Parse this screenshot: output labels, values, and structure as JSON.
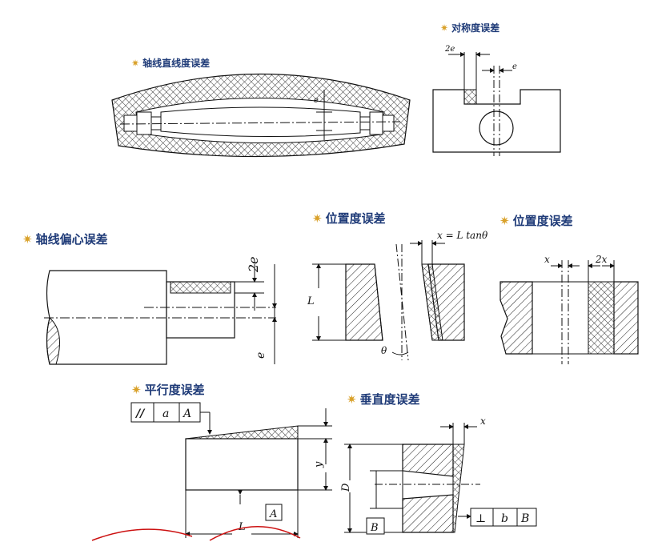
{
  "panels": {
    "straightness": {
      "title": "轴线直线度误差",
      "label_e": "e"
    },
    "symmetry": {
      "title": "对称度误差",
      "label_2e": "2e",
      "label_e": "e"
    },
    "eccentricity": {
      "title": "轴线偏心误差",
      "label_2e": "2e",
      "label_e": "e"
    },
    "position1": {
      "title": "位置度误差",
      "formula": "x = L tanθ",
      "label_L": "L",
      "label_theta": "θ"
    },
    "position2": {
      "title": "位置度误差",
      "label_x": "x",
      "label_2x": "2x"
    },
    "parallelism": {
      "title": "平行度误差",
      "frame": [
        "//",
        "a",
        "A"
      ],
      "datum": "A",
      "label_y": "y",
      "label_L": "L"
    },
    "perpendicularity": {
      "title": "垂直度误差",
      "frame": [
        "⊥",
        "b",
        "B"
      ],
      "datum": "B",
      "label_x": "x",
      "label_D": "D"
    }
  },
  "colors": {
    "title": "#1f3b78",
    "star": "#d9a12a",
    "line": "#111111",
    "annotation": "#cc1111"
  },
  "icons": {
    "title_marker": "star-icon"
  }
}
